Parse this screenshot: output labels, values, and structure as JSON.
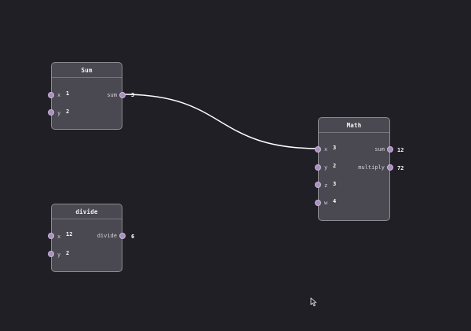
{
  "nodes": {
    "sum": {
      "title": "Sum",
      "inputs": [
        {
          "label": "x",
          "value": "1"
        },
        {
          "label": "y",
          "value": "2"
        }
      ],
      "outputs": [
        {
          "label": "sum",
          "value": "3"
        }
      ]
    },
    "math": {
      "title": "Math",
      "inputs": [
        {
          "label": "x",
          "value": "3"
        },
        {
          "label": "y",
          "value": "2"
        },
        {
          "label": "z",
          "value": "3"
        },
        {
          "label": "w",
          "value": "4"
        }
      ],
      "outputs": [
        {
          "label": "sum",
          "value": "12"
        },
        {
          "label": "multiply",
          "value": "72"
        }
      ]
    },
    "divide": {
      "title": "divide",
      "inputs": [
        {
          "label": "x",
          "value": "12"
        },
        {
          "label": "y",
          "value": "2"
        }
      ],
      "outputs": [
        {
          "label": "divide",
          "value": "6"
        }
      ]
    }
  },
  "colors": {
    "background": "#211f26",
    "node_fill": "#4a4850",
    "node_border": "#8d8b92",
    "port": "#a98fbe",
    "wire": "#ffffff"
  }
}
